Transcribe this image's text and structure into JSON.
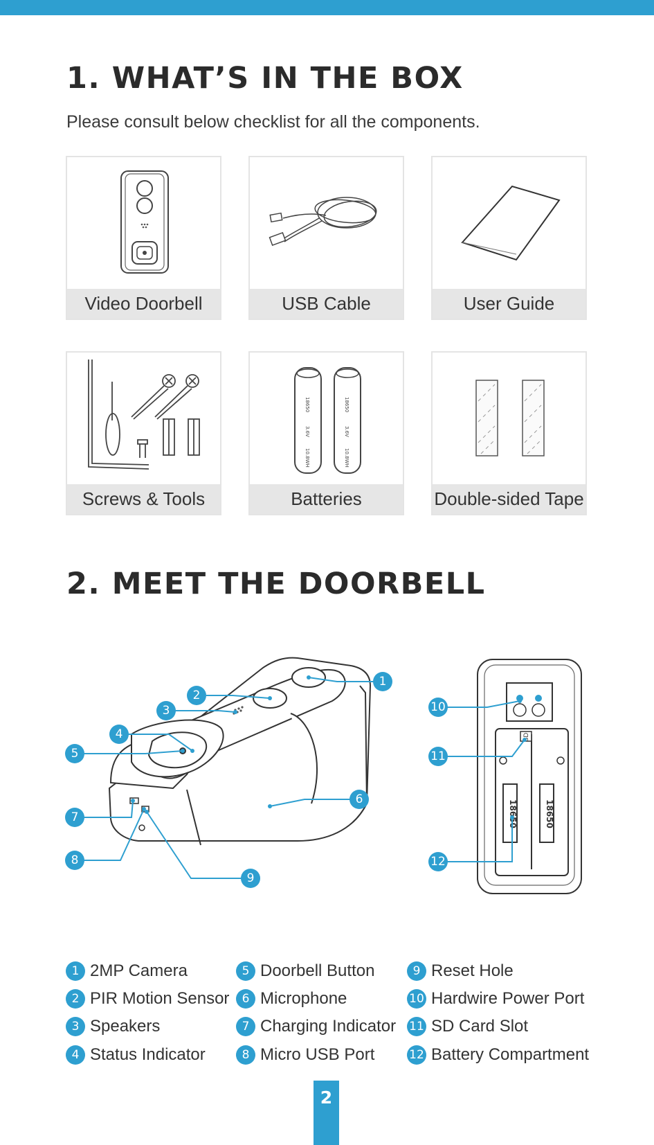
{
  "section1": {
    "title": "1. WHAT’S IN THE BOX",
    "subtitle": "Please consult below checklist for all the components.",
    "items": [
      {
        "label": "Video Doorbell",
        "icon": "doorbell-icon"
      },
      {
        "label": "USB Cable",
        "icon": "usb-cable-icon"
      },
      {
        "label": "User Guide",
        "icon": "user-guide-icon"
      },
      {
        "label": "Screws & Tools",
        "icon": "screws-tools-icon"
      },
      {
        "label": "Batteries",
        "icon": "batteries-icon"
      },
      {
        "label": "Double-sided Tape",
        "icon": "tape-icon"
      }
    ],
    "battery_text": [
      "18650",
      "3.6V",
      "10.8WH"
    ]
  },
  "section2": {
    "title": "2. MEET THE DOORBELL",
    "diagram_text": {
      "battery_label": "18650",
      "sd": "SD"
    },
    "legend": [
      {
        "num": "1",
        "label": "2MP Camera"
      },
      {
        "num": "2",
        "label": "PIR Motion Sensor"
      },
      {
        "num": "3",
        "label": "Speakers"
      },
      {
        "num": "4",
        "label": "Status Indicator"
      },
      {
        "num": "5",
        "label": "Doorbell Button"
      },
      {
        "num": "6",
        "label": "Microphone"
      },
      {
        "num": "7",
        "label": "Charging Indicator"
      },
      {
        "num": "8",
        "label": "Micro USB Port"
      },
      {
        "num": "9",
        "label": "Reset Hole"
      },
      {
        "num": "10",
        "label": "Hardwire Power Port"
      },
      {
        "num": "11",
        "label": "SD Card Slot"
      },
      {
        "num": "12",
        "label": "Battery Compartment"
      }
    ]
  },
  "page_number": "2",
  "colors": {
    "accent": "#2e9fd0",
    "caption_bg": "#e6e6e6",
    "text": "#333333"
  }
}
